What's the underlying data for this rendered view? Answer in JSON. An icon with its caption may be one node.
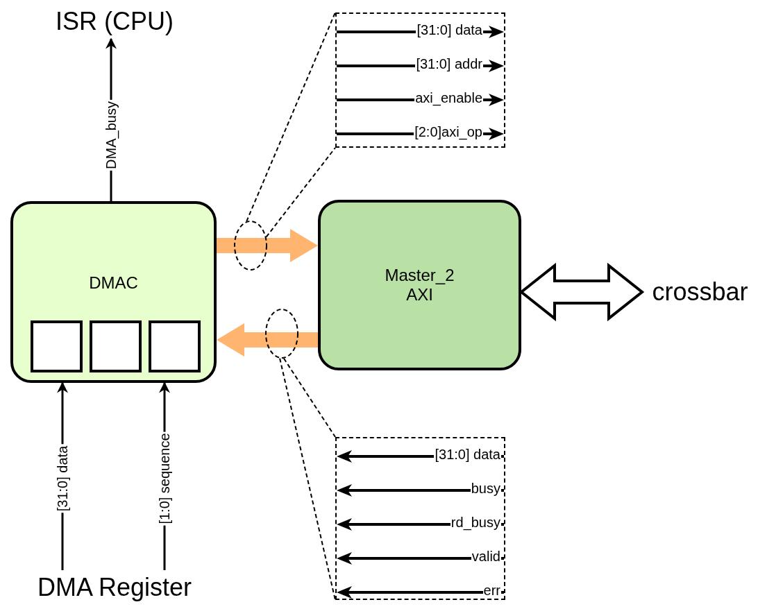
{
  "diagram": {
    "nodes": [
      {
        "text": [
          "ISR (CPU)"
        ]
      },
      {
        "text": [
          "[31:0] data",
          "[31:0] addr",
          "axi_enable",
          "[2:0]axi_op"
        ]
      },
      {
        "text": [
          "DMAC"
        ]
      },
      {
        "text": [],
        "shape": "box",
        "in": 2
      },
      {
        "text": [],
        "shape": "box",
        "in": 2
      },
      {
        "text": [],
        "shape": "box",
        "in": 2
      },
      {
        "text": [],
        "shape": "ellipse"
      },
      {
        "text": [
          "Master_2 AXI"
        ]
      },
      {
        "text": [
          "crossbar"
        ]
      },
      {
        "text": [],
        "shape": "ellipse"
      },
      {
        "text": [
          "[31:0] data",
          "busy",
          "rd_busy",
          "valid",
          "err"
        ]
      },
      {
        "text": [
          "DMA Register"
        ]
      }
    ],
    "edges": [
      {
        "from": 2,
        "to": 0,
        "arrow": "to",
        "label": "DMA_busy"
      },
      {
        "from": 2,
        "to": 7,
        "arrow": "to",
        "style": "thick",
        "color": "#ffb570"
      },
      {
        "from": 7,
        "to": 2,
        "arrow": "to",
        "style": "thick",
        "color": "#ffb570"
      },
      {
        "from": 6,
        "to": 1,
        "arrow": "none",
        "style": "dashed"
      },
      {
        "from": 6,
        "to": 1,
        "arrow": "none",
        "style": "dashed"
      },
      {
        "from": 7,
        "to": 8,
        "arrow": "both",
        "style": "thick"
      },
      {
        "from": 9,
        "to": 10,
        "arrow": "none",
        "style": "dashed"
      },
      {
        "from": 9,
        "to": 10,
        "arrow": "none",
        "style": "dashed"
      },
      {
        "from": 11,
        "to": 2,
        "arrow": "to",
        "label": "[31:0] data"
      },
      {
        "from": 11,
        "to": 2,
        "arrow": "to",
        "label": "[1:0] sequence"
      }
    ]
  }
}
